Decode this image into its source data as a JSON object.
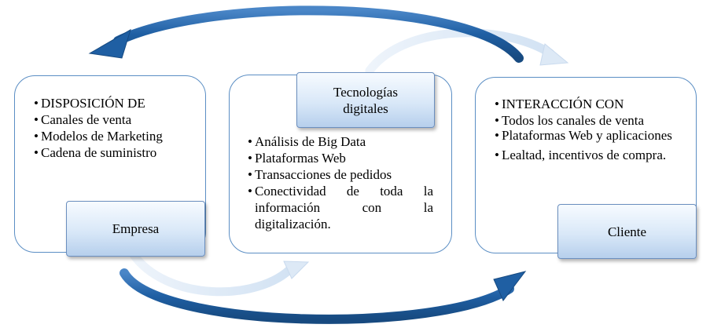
{
  "diagram": {
    "nodes": [
      {
        "id": "empresa",
        "label": "Empresa",
        "items": [
          "DISPOSICIÓN DE",
          "Canales de venta",
          "Modelos de Marketing",
          "Cadena de suministro"
        ]
      },
      {
        "id": "tecnologias",
        "label": "Tecnologías digitales",
        "items": [
          "Análisis de Big Data",
          "Plataformas Web",
          "Transacciones de pedidos",
          "Conectividad de toda la información con la digitalización."
        ]
      },
      {
        "id": "cliente",
        "label": "Cliente",
        "items": [
          "INTERACCIÓN CON",
          "Todos los canales de venta",
          "Plataformas Web y aplicaciones",
          "Lealtad, incentivos de compra."
        ]
      }
    ],
    "connections": [
      {
        "from": "cliente",
        "to": "empresa",
        "style": "bold-curved-arrow"
      },
      {
        "from": "empresa",
        "to": "cliente",
        "style": "bold-curved-arrow"
      },
      {
        "from": "tecnologias",
        "to": "cliente",
        "style": "light-curved-arrow"
      },
      {
        "from": "empresa",
        "to": "tecnologias",
        "style": "light-curved-arrow"
      }
    ],
    "colors": {
      "panel_border": "#5b8ec4",
      "bold_arrow": "#1f5fa3",
      "light_arrow": "#dce8f5"
    }
  }
}
